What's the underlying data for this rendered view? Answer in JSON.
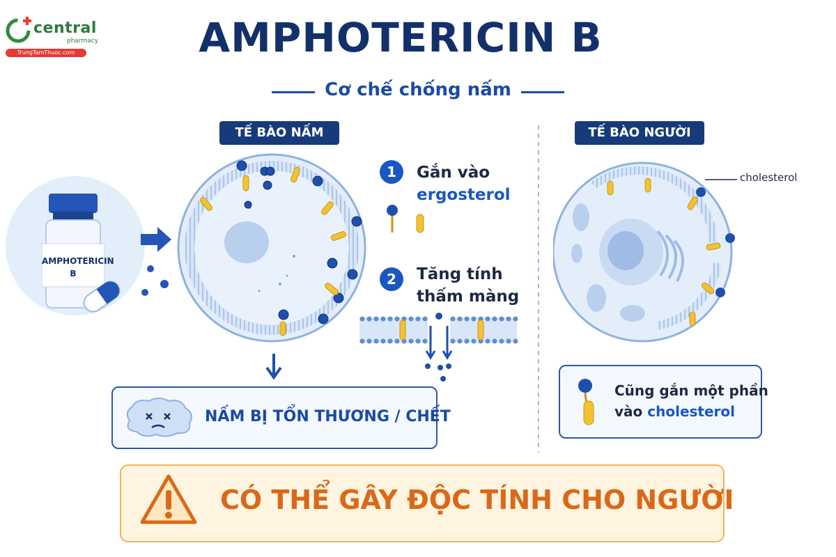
{
  "logo": {
    "brand": "central",
    "sub": "pharmacy",
    "url": "TrungTamThuoc.com"
  },
  "title": "AMPHOTERICIN B",
  "subtitle": "Cơ chế chống nấm",
  "fungal_cell": {
    "badge": "TẾ BÀO NẤM"
  },
  "human_cell": {
    "badge": "TẾ BÀO NGƯỜI",
    "cholesterol_label": "cholesterol"
  },
  "vial_label": [
    "AMPHOTERICIN",
    "B"
  ],
  "steps": [
    {
      "num": "1",
      "line1": "Gắn vào",
      "line2": "ergosterol"
    },
    {
      "num": "2",
      "line1": "Tăng tính",
      "line2": "thấm màng"
    }
  ],
  "result_box": "NẤM BỊ TỔN THƯƠNG / CHẾT",
  "human_box": {
    "line1": "Cũng gắn một phần",
    "line2_prefix": "vào ",
    "line2_em": "cholesterol"
  },
  "warning": "CÓ THỂ GÂY ĐỘC TÍNH CHO NGƯỜI",
  "colors": {
    "navy": "#13306b",
    "blue": "#1a56c4",
    "membrane": "#cfe0f6",
    "ergosterol": "#f2c230",
    "warning": "#d9691a"
  }
}
